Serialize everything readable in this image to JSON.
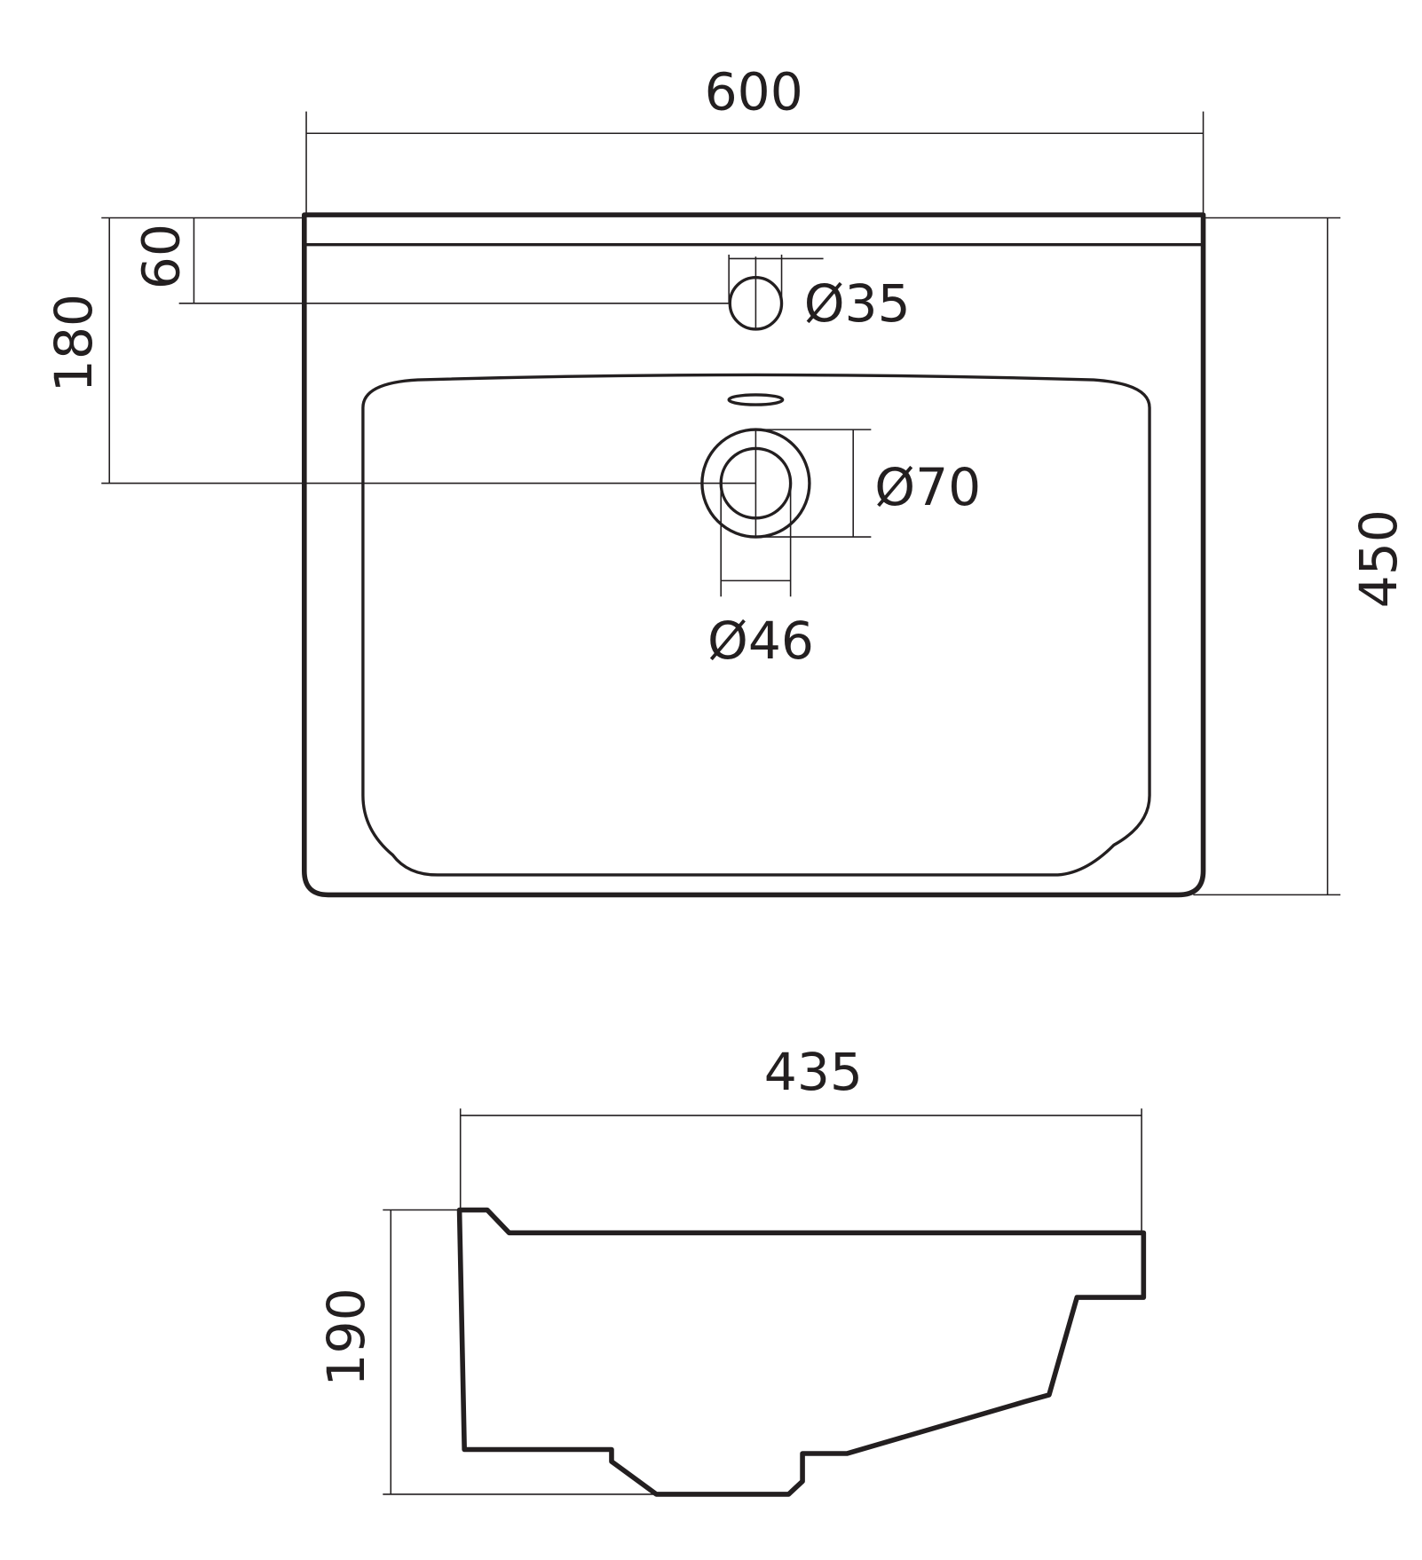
{
  "top_view": {
    "width_label": "600",
    "depth_label": "450",
    "drain_offset_label": "180",
    "faucet_offset_label": "60",
    "faucet_hole_label": "Ø35",
    "drain_outer_label": "Ø70",
    "drain_inner_label": "Ø46"
  },
  "side_view": {
    "depth_label": "435",
    "height_label": "190"
  }
}
